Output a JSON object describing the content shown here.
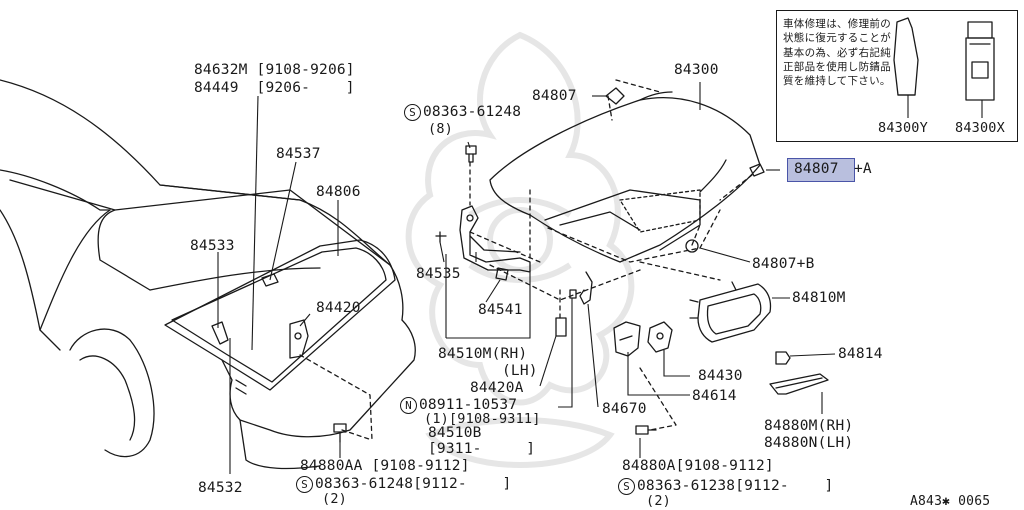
{
  "labels": {
    "l84632m": "84632M [9108-9206]",
    "l84449": "84449  [9206-    ]",
    "l84537": "84537",
    "l84806": "84806",
    "l84533": "84533",
    "l84420": "84420",
    "l84532": "84532",
    "l08363_a_code": "08363-61248",
    "l08363_a_qty": "(8)",
    "l84807_top": "84807",
    "l84300": "84300",
    "l84807a": "84807",
    "l84807a_suffix": "+A",
    "l84807b": "84807+B",
    "l84810m": "84810M",
    "l84814": "84814",
    "l84880m": "84880M(RH)",
    "l84880n": "84880N(LH)",
    "l84535": "84535",
    "l84541": "84541",
    "l84510m": "84510M(RH)",
    "l84510m_lh": "(LH)",
    "l84420a": "84420A",
    "l08911": "08911-10537",
    "l08911_qty": "(1)[9108-9311]",
    "l84510b": "84510B",
    "l84510b_range": "[9311-     ]",
    "l84670": "84670",
    "l84430": "84430",
    "l84614": "84614",
    "l84880aa": "84880AA [9108-9112]",
    "l08363_b": "08363-61248[9112-    ]",
    "l08363_b_qty": "(2)",
    "l84880a": "84880A[9108-9112]",
    "l08363_c": "08363-61238[9112-    ]",
    "l08363_c_qty": "(2)",
    "l84300y": "84300Y",
    "l84300x": "84300X",
    "figure_code": "A843✱ 0065"
  },
  "symbols": {
    "s": "S",
    "n": "N"
  },
  "note": {
    "text": "車体修理は、修理前の状態に復元することが基本の為、必ず右記純正部品を使用し防錆品質を維持して下さい。"
  },
  "highlight": {
    "part": "84807+A",
    "color": "#b9bfde"
  },
  "colors": {
    "line": "#1a1a1a",
    "watermark": "#e6e6e6"
  }
}
